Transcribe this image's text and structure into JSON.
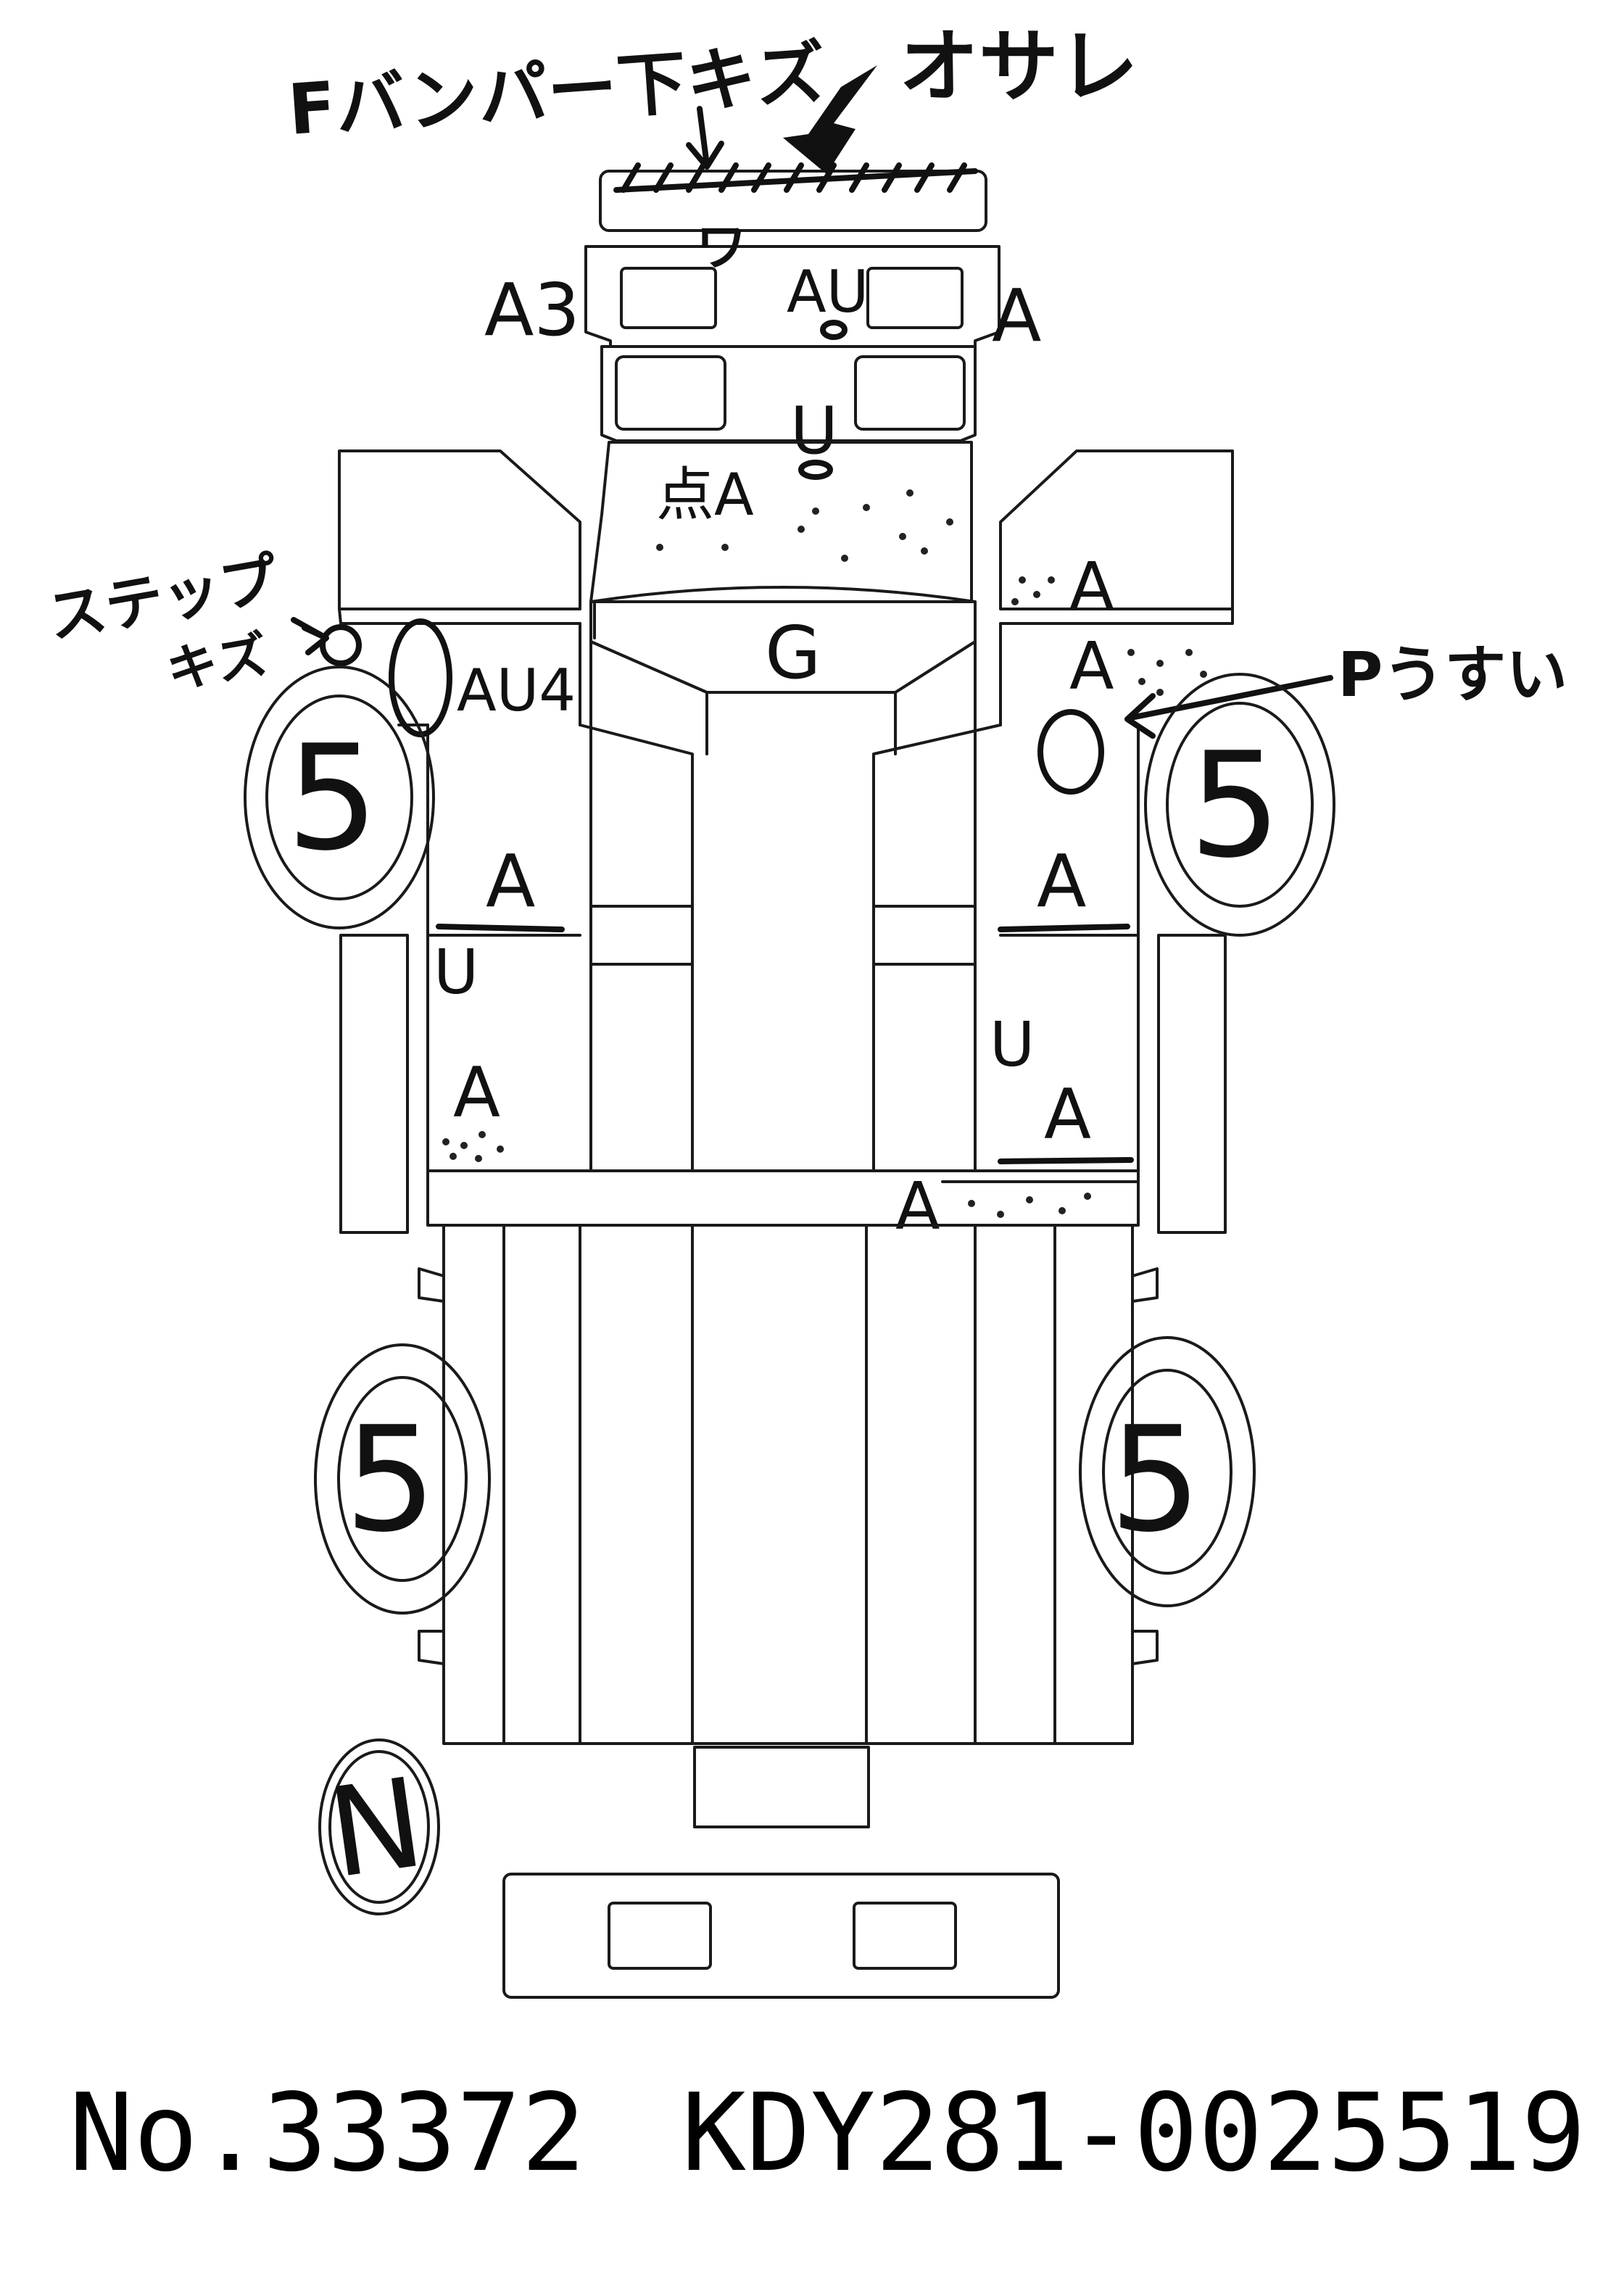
{
  "labels": {
    "front_bumper_note": "Fバンパー下キズ",
    "osare": "オサレ",
    "wa": "ワ",
    "a3": "A3",
    "au_hood": "AU",
    "a_right_front": "A",
    "u_windshield": "U",
    "ten_a": "点A",
    "g_roof": "G",
    "a_cab_right_upper": "A",
    "a_cab_right_lower": "A",
    "step_note": "ステップ\nキズ",
    "au4": "AU4",
    "p_usui": "Pうすい",
    "tire_fl": "5",
    "tire_fr": "5",
    "a_door_left": "A",
    "u_door_left": "U",
    "a_rear_left": "A",
    "a_door_right": "A",
    "u_door_right": "U",
    "a_rear_right": "A",
    "a_sill_right": "A",
    "tire_rl": "5",
    "tire_rr": "5",
    "n_mark": "N"
  },
  "footer": {
    "number": "No.33372",
    "chassis": "KDY281-0025519"
  }
}
